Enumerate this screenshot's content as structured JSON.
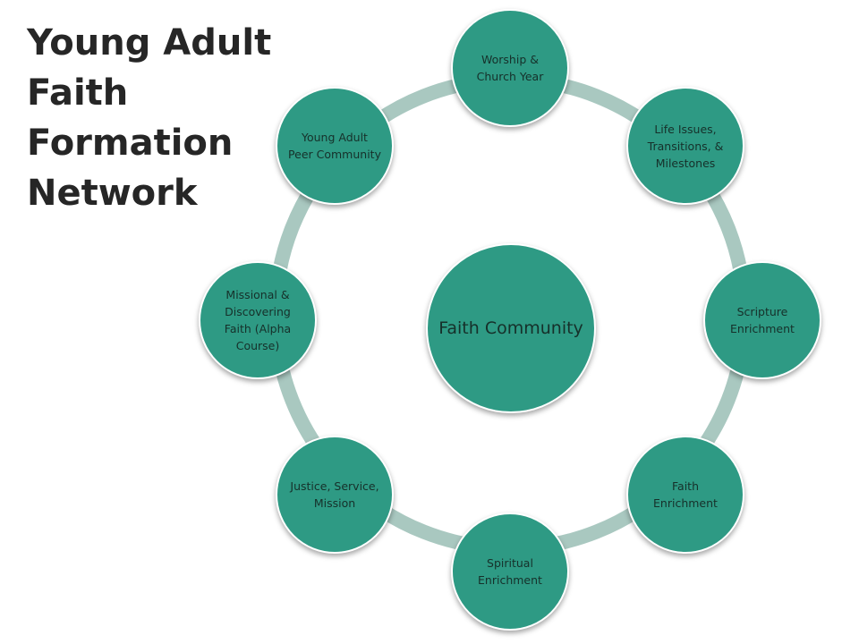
{
  "title": {
    "lines": [
      "Young Adult",
      "Faith",
      "Formation",
      "Network"
    ]
  },
  "diagram": {
    "center": "Faith Community",
    "nodes": [
      "Worship & Church Year",
      "Life Issues, Transitions, & Milestones",
      "Scripture Enrichment",
      "Faith Enrichment",
      "Spiritual Enrichment",
      "Justice, Service, Mission",
      "Missional & Discovering Faith (Alpha Course)",
      "Young Adult Peer Community"
    ]
  },
  "colors": {
    "node_fill": "#2e9a84",
    "ring": "#a9c8c0",
    "node_text": "#16302a",
    "title_text": "#262626"
  }
}
